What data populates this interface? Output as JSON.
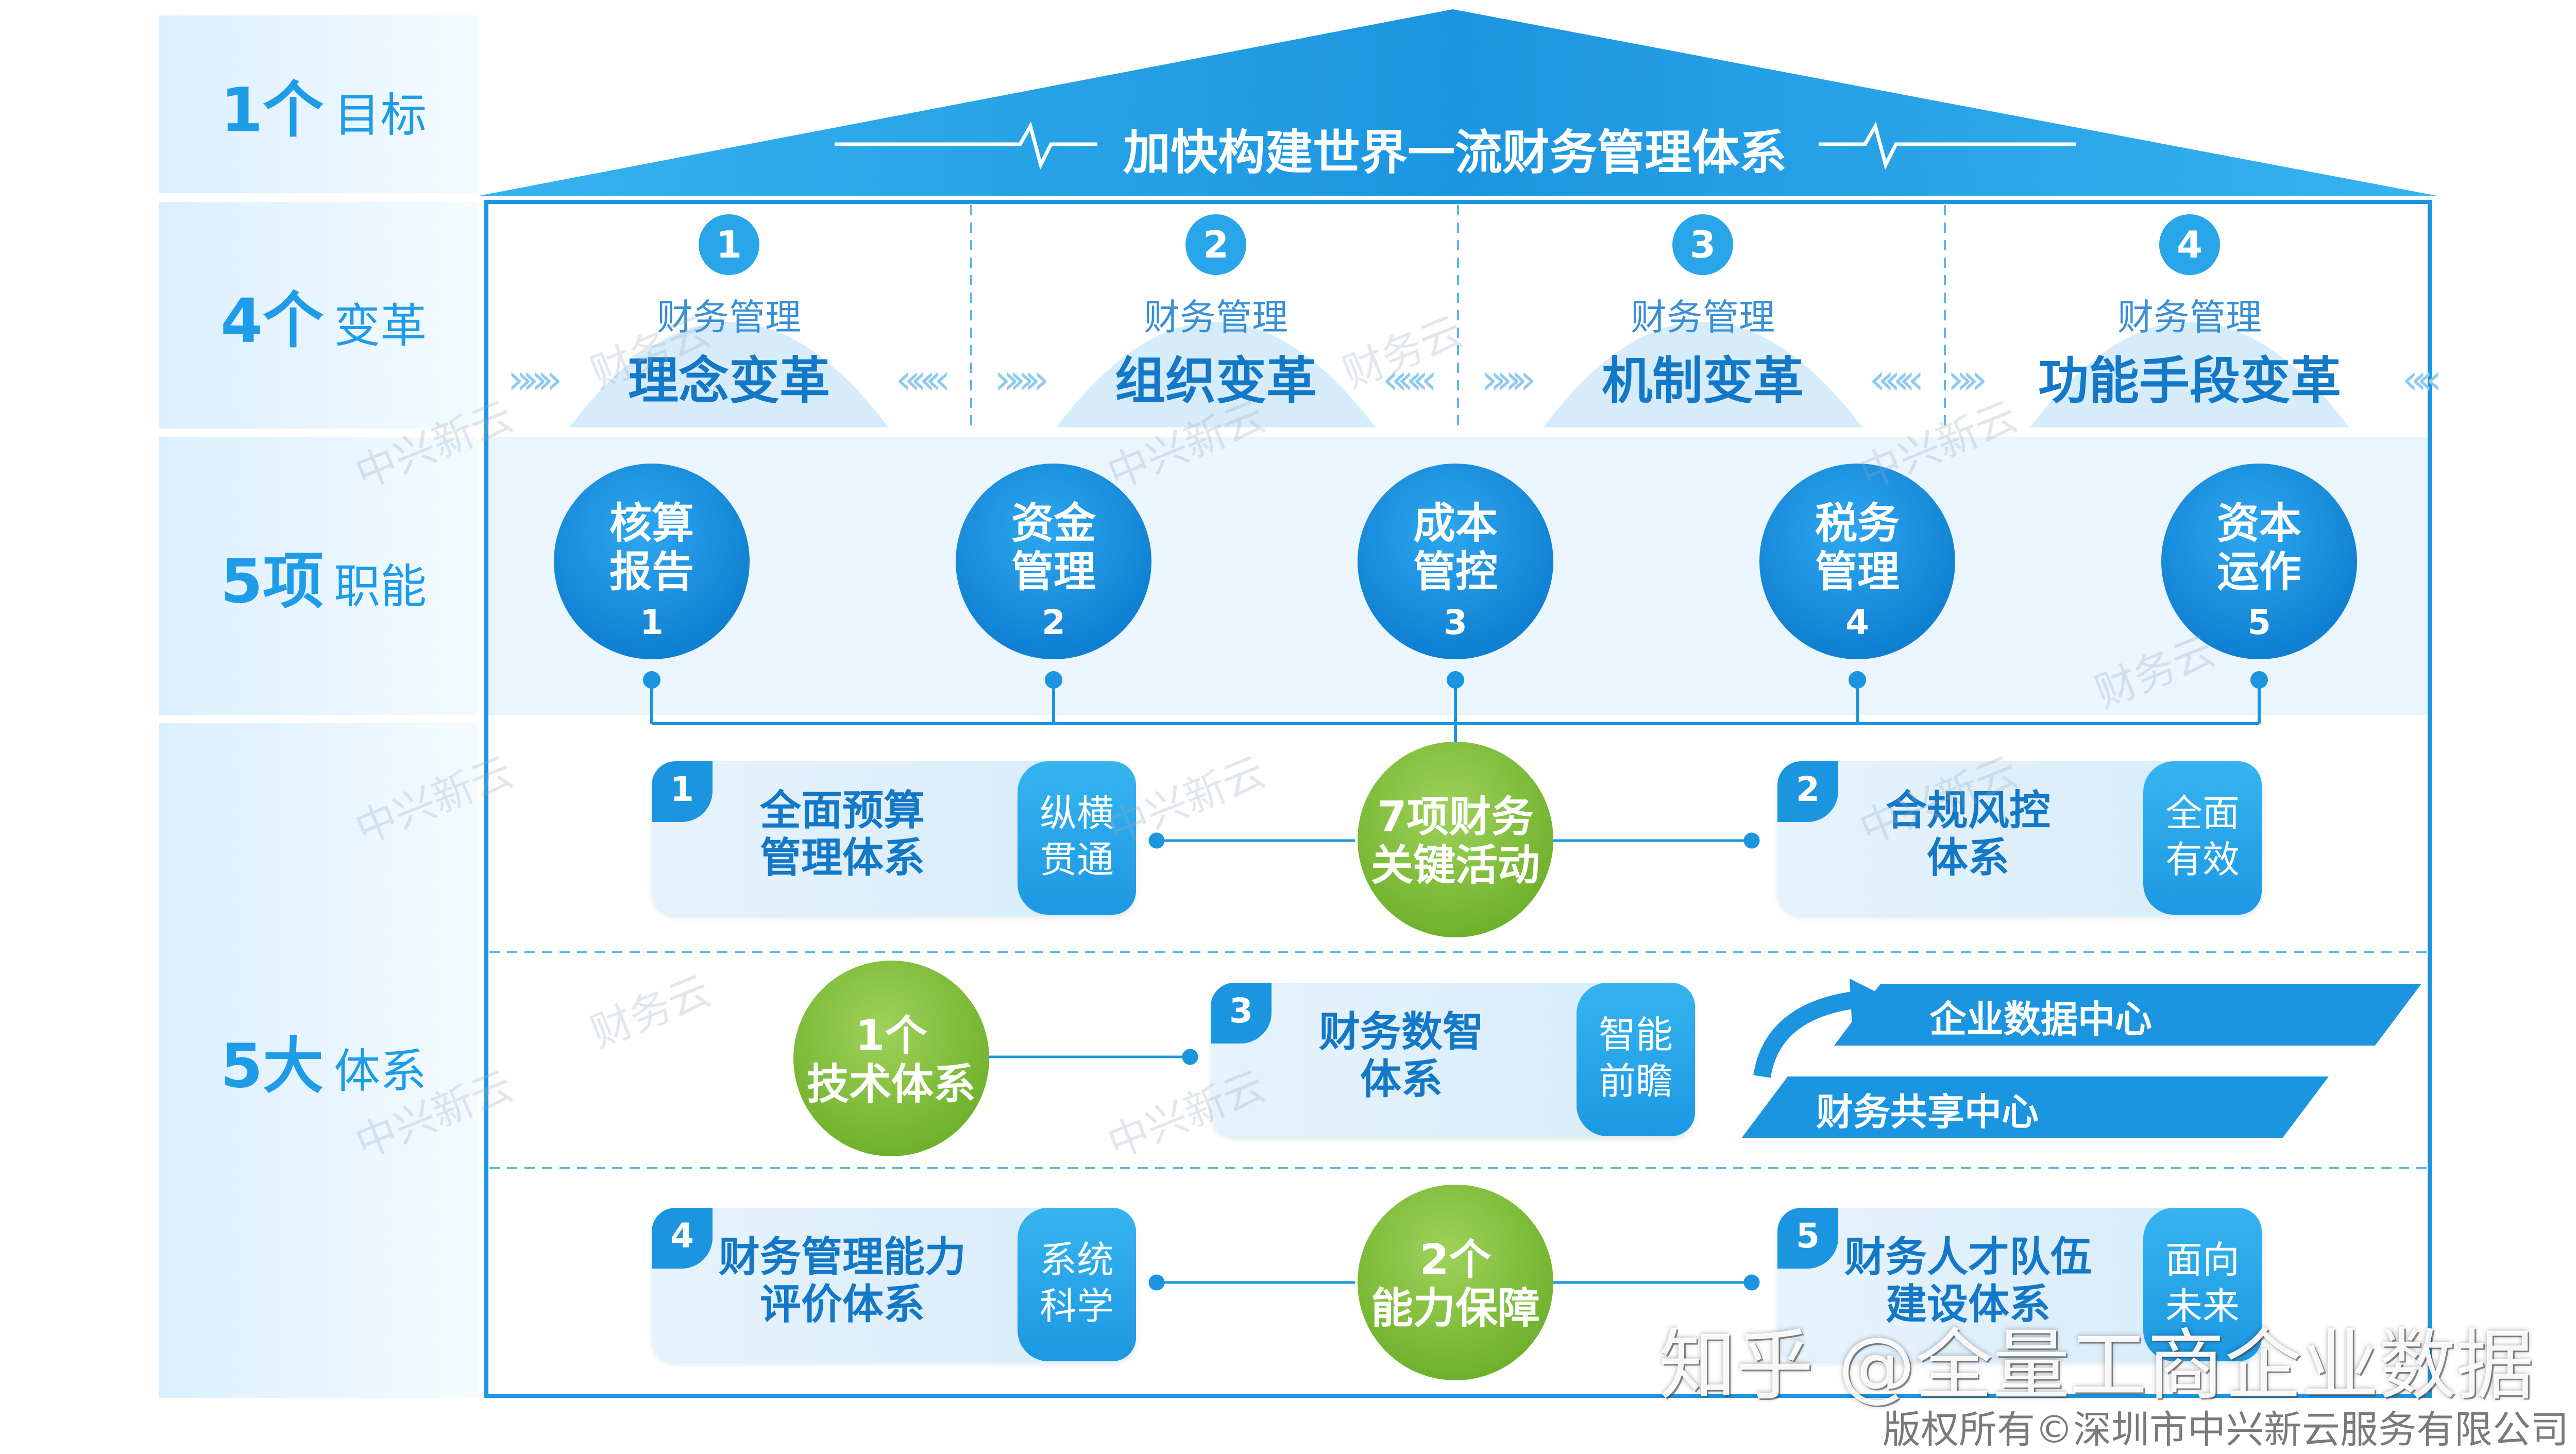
{
  "rows": [
    {
      "num": "1个",
      "label": "目标"
    },
    {
      "num": "4个",
      "label": "变革"
    },
    {
      "num": "5项",
      "label": "职能"
    },
    {
      "num": "5大",
      "label": "体系"
    }
  ],
  "goal": {
    "title": "加快构建世界一流财务管理体系"
  },
  "reforms": [
    {
      "num": "1",
      "sub": "财务管理",
      "main": "理念变革"
    },
    {
      "num": "2",
      "sub": "财务管理",
      "main": "组织变革"
    },
    {
      "num": "3",
      "sub": "财务管理",
      "main": "机制变革"
    },
    {
      "num": "4",
      "sub": "财务管理",
      "main": "功能手段变革"
    }
  ],
  "functions": [
    {
      "line1": "核算",
      "line2": "报告",
      "num": "1"
    },
    {
      "line1": "资金",
      "line2": "管理",
      "num": "2"
    },
    {
      "line1": "成本",
      "line2": "管控",
      "num": "3"
    },
    {
      "line1": "税务",
      "line2": "管理",
      "num": "4"
    },
    {
      "line1": "资本",
      "line2": "运作",
      "num": "5"
    }
  ],
  "systems": [
    {
      "num": "1",
      "line1": "全面预算",
      "line2": "管理体系",
      "tag1": "纵横",
      "tag2": "贯通"
    },
    {
      "num": "2",
      "line1": "合规风控",
      "line2": "体系",
      "tag1": "全面",
      "tag2": "有效"
    },
    {
      "num": "3",
      "line1": "财务数智",
      "line2": "体系",
      "tag1": "智能",
      "tag2": "前瞻"
    },
    {
      "num": "4",
      "line1": "财务管理能力",
      "line2": "评价体系",
      "tag1": "系统",
      "tag2": "科学"
    },
    {
      "num": "5",
      "line1": "财务人才队伍",
      "line2": "建设体系",
      "tag1": "面向",
      "tag2": "未来"
    }
  ],
  "hubs": [
    {
      "line1": "7项财务",
      "line2": "关键活动"
    },
    {
      "line1": "1个",
      "line2": "技术体系"
    },
    {
      "line1": "2个",
      "line2": "能力保障"
    }
  ],
  "centers": {
    "top": "企业数据中心",
    "bottom": "财务共享中心"
  },
  "watermarks": {
    "brand": "中兴新云",
    "brand2": "财务云"
  },
  "footer": {
    "zhihu": "知乎 @全量工商企业数据",
    "copyright": "版权所有©深圳市中兴新云服务有限公司"
  },
  "colors": {
    "primary": "#1b95e0",
    "dark": "#1478c8",
    "green": "#7dbb36"
  }
}
